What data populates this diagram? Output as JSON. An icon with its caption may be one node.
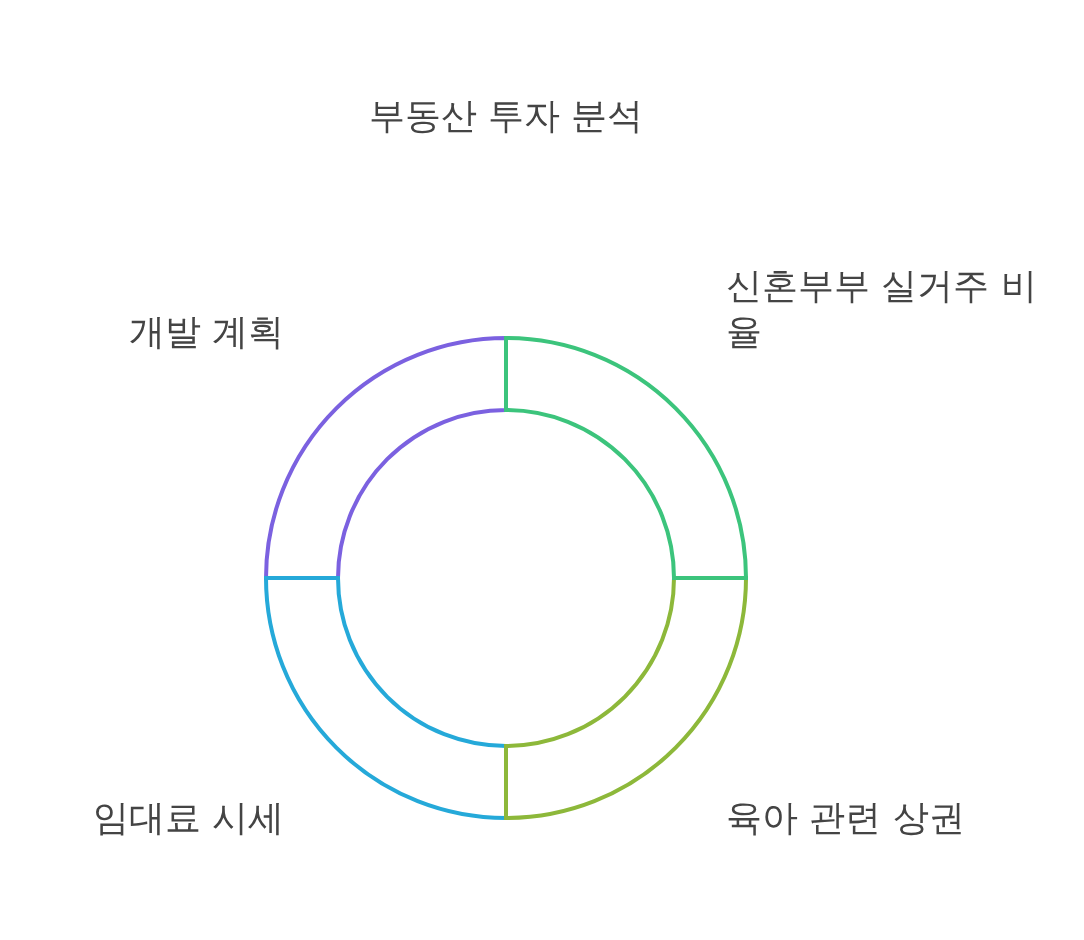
{
  "diagram": {
    "title": "부동산 투자 분석",
    "nodes": [
      {
        "text": [
          "신혼부부 실거주 비율"
        ]
      },
      {
        "text": [
          "개발 계획"
        ]
      },
      {
        "text": [
          "임대료 시세"
        ]
      },
      {
        "text": [
          "육아 관련 상권"
        ]
      }
    ]
  }
}
